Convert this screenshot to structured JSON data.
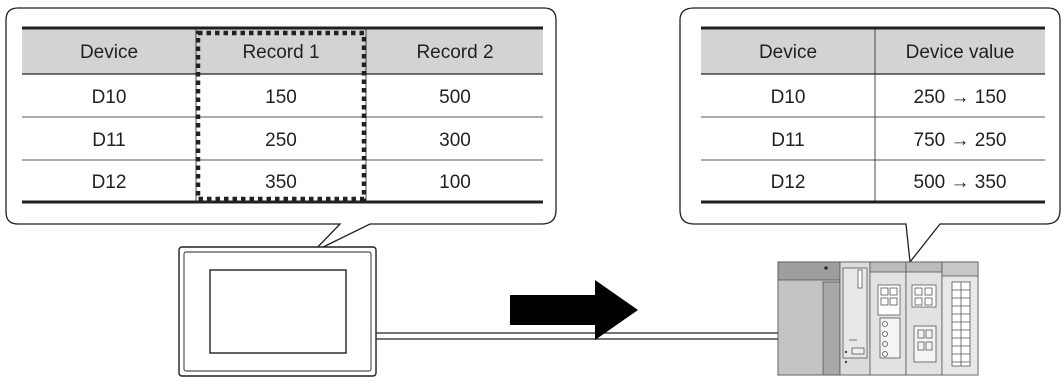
{
  "left_table": {
    "headers": [
      "Device",
      "Record 1",
      "Record 2"
    ],
    "rows": [
      [
        "D10",
        "150",
        "500"
      ],
      [
        "D11",
        "250",
        "300"
      ],
      [
        "D12",
        "350",
        "100"
      ]
    ]
  },
  "right_table": {
    "headers": [
      "Device",
      "Device value"
    ],
    "rows": [
      [
        "D10",
        "250 → 150"
      ],
      [
        "D11",
        "750 → 250"
      ],
      [
        "D12",
        "500 → 350"
      ]
    ]
  },
  "colors": {
    "header_fill": "#d3d3d3",
    "line": "#231f20",
    "device_fill": "#d6d6d6",
    "device_dark": "#9e9e9e"
  }
}
